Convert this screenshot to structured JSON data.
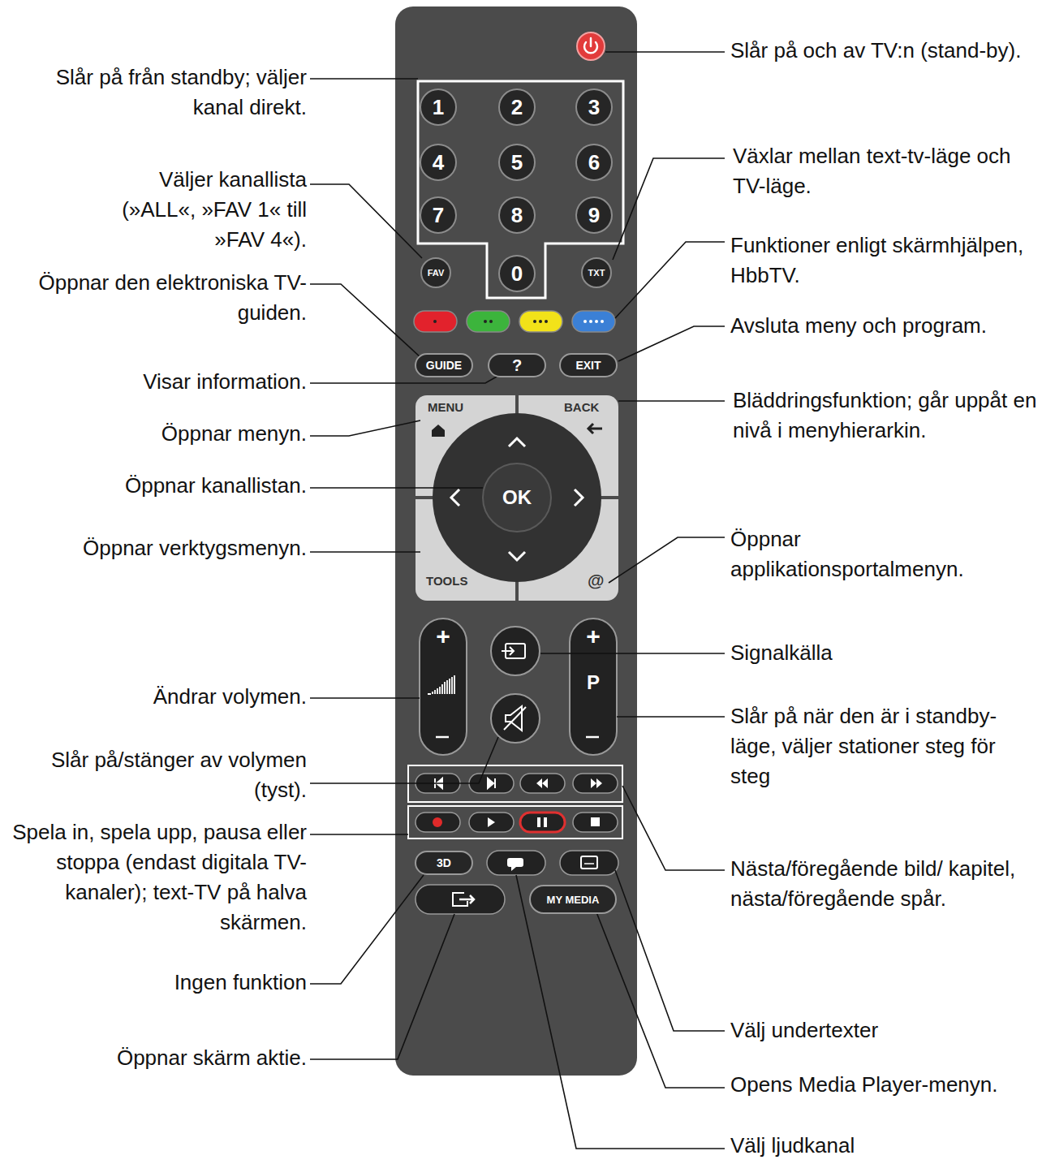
{
  "diagram": {
    "nodes": [
      {
        "text": [
          "1"
        ]
      },
      {
        "text": [
          "2"
        ]
      },
      {
        "text": [
          "3"
        ]
      },
      {
        "text": [
          "4"
        ]
      },
      {
        "text": [
          "5"
        ]
      },
      {
        "text": [
          "6"
        ]
      },
      {
        "text": [
          "7"
        ]
      },
      {
        "text": [
          "8"
        ]
      },
      {
        "text": [
          "9"
        ]
      },
      {
        "text": [
          "FAV"
        ]
      },
      {
        "text": [
          "0"
        ]
      },
      {
        "text": [
          "TXT"
        ]
      },
      {
        "text": [
          "GUIDE"
        ]
      },
      {
        "text": [
          "?"
        ]
      },
      {
        "text": [
          "EXIT"
        ]
      },
      {
        "text": [
          "OK"
        ]
      },
      {
        "text": [
          "3D"
        ]
      },
      {
        "text": [
          "MY MEDIA"
        ]
      }
    ],
    "labels": [
      "Slår på från standby; väljer kanal direkt.",
      "Väljer kanallista (»ALL«, »FAV 1« till »FAV 4«).",
      "Öppnar den elektroniska TV-guiden.",
      "Visar information.",
      "Öppnar menyn.",
      "Öppnar kanallistan.",
      "Öppnar verktygsmenyn.",
      "Ändrar volymen.",
      "Slår på/stänger av volymen (tyst).",
      "Spela in, spela upp, pausa eller stoppa (endast digitala TV-kanaler); text-TV på halva skärmen.",
      "Ingen funktion",
      "Öppnar skärm aktie.",
      "Slår på och av TV:n (stand-by).",
      "Växlar mellan text-tv-läge och TV-läge.",
      "Funktioner enligt skärmhjälpen, HbbTV.",
      "Avsluta meny och program.",
      "Bläddringsfunktion; går uppåt en nivå i menyhierarkin.",
      "Öppnar applikationsportalmenyn.",
      "Signalkälla",
      "Slår på när den är i standby-läge, väljer stationer steg för steg",
      "Nästa/föregående bild/ kapitel, nästa/föregående spår.",
      "Välj undertexter",
      "Opens Media Player-menyn.",
      "Välj ljudkanal",
      "MENU",
      "BACK",
      "TOOLS",
      "@",
      "+",
      "P",
      "+"
    ]
  }
}
